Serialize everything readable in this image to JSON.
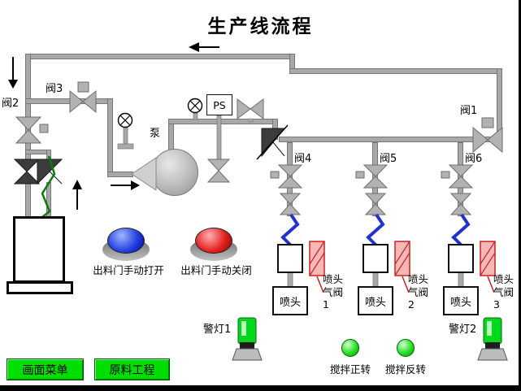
{
  "title": "生产线流程",
  "valves": {
    "v1": "阀1",
    "v2": "阀2",
    "v3": "阀3",
    "v4": "阀4",
    "v5": "阀5",
    "v6": "阀6"
  },
  "pump": {
    "label": "泵"
  },
  "instruments": {
    "ps_label": "PS"
  },
  "discharge_buttons": {
    "open_label": "出料门手动打开",
    "close_label": "出料门手动关闭"
  },
  "spray_heads": {
    "head_label": "喷头",
    "air_valves": [
      "喷头气阀1",
      "喷头气阀2",
      "喷头气阀3"
    ]
  },
  "indicators": {
    "warn1": "警灯1",
    "warn2": "警灯2",
    "mixer_forward": "搅拌正转",
    "mixer_reverse": "搅拌反转"
  },
  "nav": {
    "screen_menu": "画面菜单",
    "material_process": "原料工程"
  },
  "colors": {
    "pipe_gray": "#a8a8a8",
    "valve_gray": "#b2b2b2",
    "valve_dark": "#3c3c3c",
    "menu_green": "#00dd00",
    "dome_blue": "#2343e0",
    "dome_red": "#e42222",
    "indicator_green": "#29dd29",
    "hose_green": "#0a7a0a",
    "zigzag_blue": "#2233cc",
    "pointer_red": "#cc2222"
  }
}
